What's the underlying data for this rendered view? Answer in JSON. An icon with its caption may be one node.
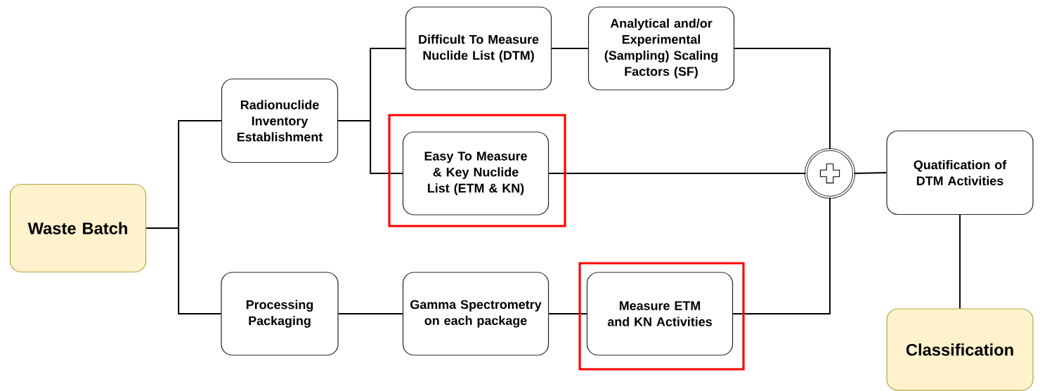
{
  "diagram": {
    "nodes": [
      {
        "text": [
          "Waste Batch"
        ]
      },
      {
        "text": [
          "Radionuclide Inventory Establishment"
        ]
      },
      {
        "text": [
          "Processing Packaging"
        ]
      },
      {
        "text": [
          "Difficult To Measure Nuclide List (DTM)"
        ]
      },
      {
        "text": [
          "Analytical and/or Experimental (Sampling) Scaling Factors (SF)"
        ]
      },
      {
        "text": [
          "Easy To Measure & Key Nuclide List (ETM & KN)"
        ]
      },
      {
        "text": [
          "Gamma Spectrometry on each package"
        ]
      },
      {
        "text": [
          "Measure ETM and KN Activities"
        ]
      },
      {
        "text": [],
        "shape": "circle"
      },
      {
        "text": [
          "Quatification of DTM Activities"
        ]
      },
      {
        "text": [
          "Classification"
        ]
      }
    ],
    "edges": [
      {
        "from": 0,
        "to": 1,
        "arrow": "none"
      },
      {
        "from": 0,
        "to": 2,
        "arrow": "none"
      },
      {
        "from": 1,
        "to": 3,
        "arrow": "none"
      },
      {
        "from": 1,
        "to": 5,
        "arrow": "none"
      },
      {
        "from": 3,
        "to": 4,
        "arrow": "none"
      },
      {
        "from": 4,
        "to": 8,
        "arrow": "none"
      },
      {
        "from": 5,
        "to": 8,
        "arrow": "none"
      },
      {
        "from": 2,
        "to": 6,
        "arrow": "none"
      },
      {
        "from": 6,
        "to": 7,
        "arrow": "none"
      },
      {
        "from": 7,
        "to": 8,
        "arrow": "none"
      },
      {
        "from": 8,
        "to": 9,
        "arrow": "none"
      },
      {
        "from": 9,
        "to": 10,
        "arrow": "none"
      }
    ]
  }
}
